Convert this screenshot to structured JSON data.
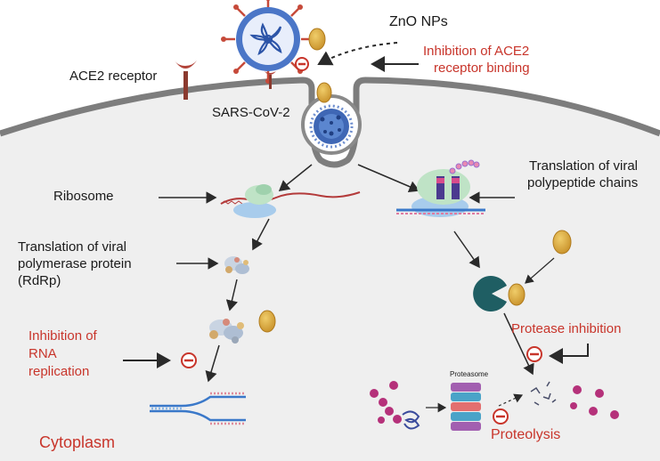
{
  "labels": {
    "zno": "ZnO NPs",
    "ace2_inhibit_1": "Inhibition of ACE2",
    "ace2_inhibit_2": "receptor binding",
    "ace2_receptor": "ACE2 receptor",
    "sars": "SARS-CoV-2",
    "ribosome": "Ribosome",
    "translation_viral_1": "Translation of viral",
    "translation_viral_2": "polypeptide chains",
    "polymerase_1": "Translation of viral",
    "polymerase_2": "polymerase protein",
    "polymerase_3": "(RdRp)",
    "rna_inhibit_1": "Inhibition of",
    "rna_inhibit_2": "RNA",
    "rna_inhibit_3": "replication",
    "protease_inhibit": "Protease inhibition",
    "proteasome": "Proteasome",
    "proteolysis": "Proteolysis",
    "cytoplasm": "Cytoplasm"
  },
  "colors": {
    "inhibition_red": "#c8352b",
    "cell_fill": "#efefef",
    "membrane": "#7a7a7a",
    "nanoparticle": "#d4a437",
    "protease": "#1f5e63",
    "virus_blue": "#3f67b5"
  }
}
